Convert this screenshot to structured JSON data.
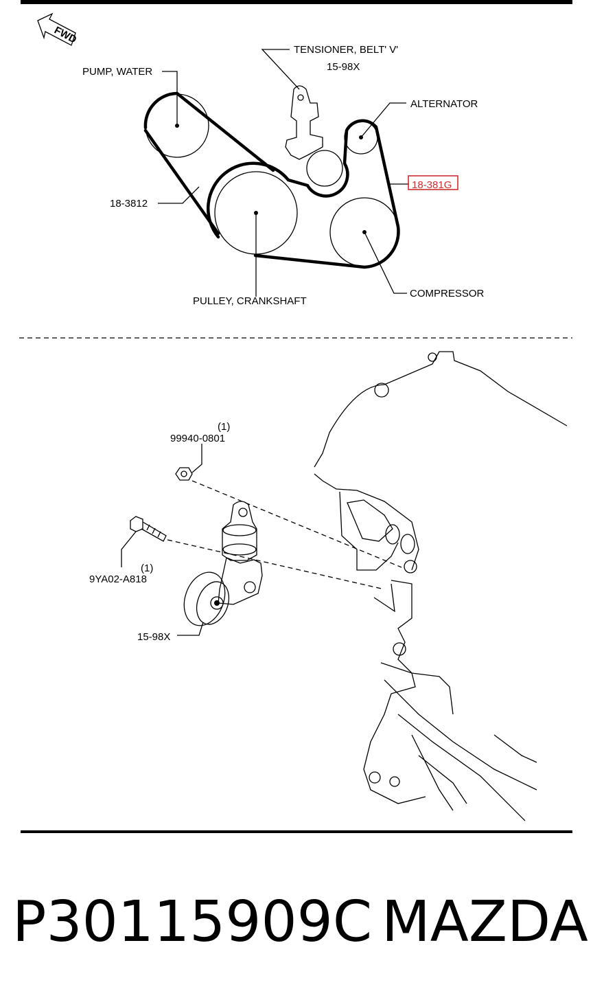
{
  "belt_diagram": {
    "direction_label": "FWD",
    "labels": {
      "pump_water": "PUMP, WATER",
      "tensioner_line1": "TENSIONER, BELT' V'",
      "tensioner_line2": "15-98X",
      "alternator": "ALTERNATOR",
      "belt_right": "18-381G",
      "belt_left": "18-3812",
      "crankshaft_pulley": "PULLEY, CRANKSHAFT",
      "compressor": "COMPRESSOR"
    },
    "highlight_color": "#cc3030"
  },
  "exploded_view": {
    "nut_qty": "(1)",
    "nut_part": "99940-0801",
    "bolt_qty": "(1)",
    "bolt_part": "9YA02-A818",
    "tensioner_part": "15-98X"
  },
  "footer": {
    "part_number": "P30115909C",
    "brand": "MAZDA"
  }
}
